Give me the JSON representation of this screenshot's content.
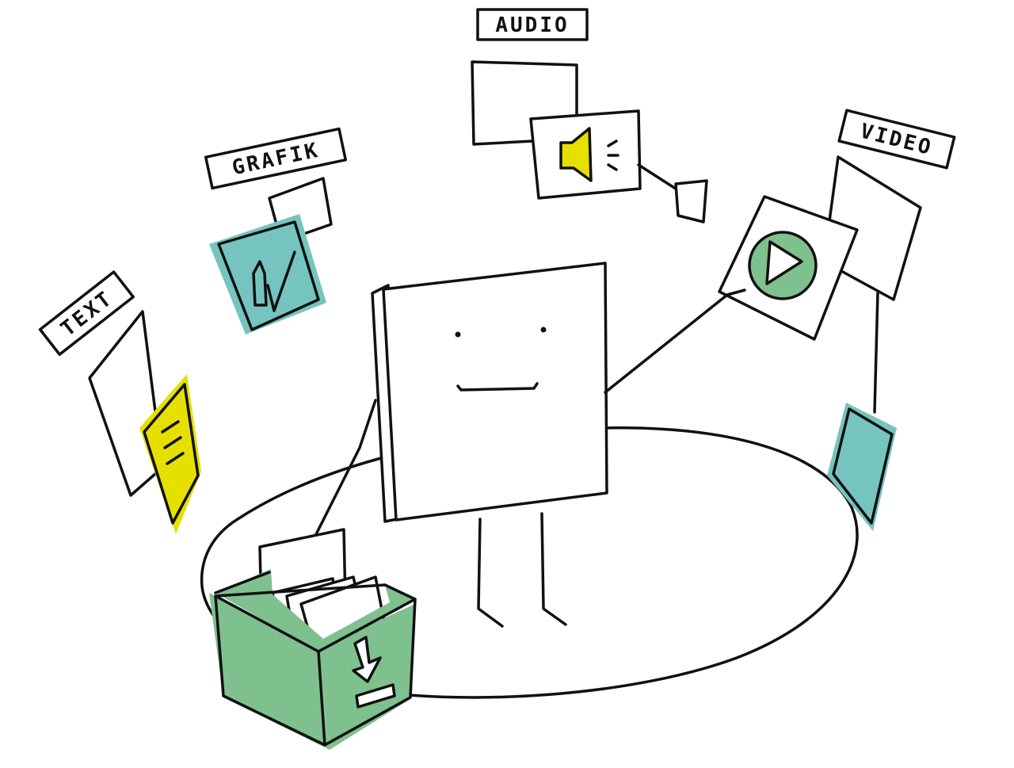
{
  "labels": {
    "text": "TEXT",
    "grafik": "GRAFIK",
    "audio": "AUDIO",
    "video": "VIDEO"
  },
  "colors": {
    "ink": "#111111",
    "paper": "#ffffff",
    "yellow": "#e6e000",
    "teal": "#76c4bf",
    "green": "#7fc08f"
  },
  "icons": {
    "text": "document-lines-icon",
    "grafik": "pencil-check-icon",
    "audio": "speaker-icon",
    "video": "play-icon",
    "box": "download-arrow-icon"
  }
}
